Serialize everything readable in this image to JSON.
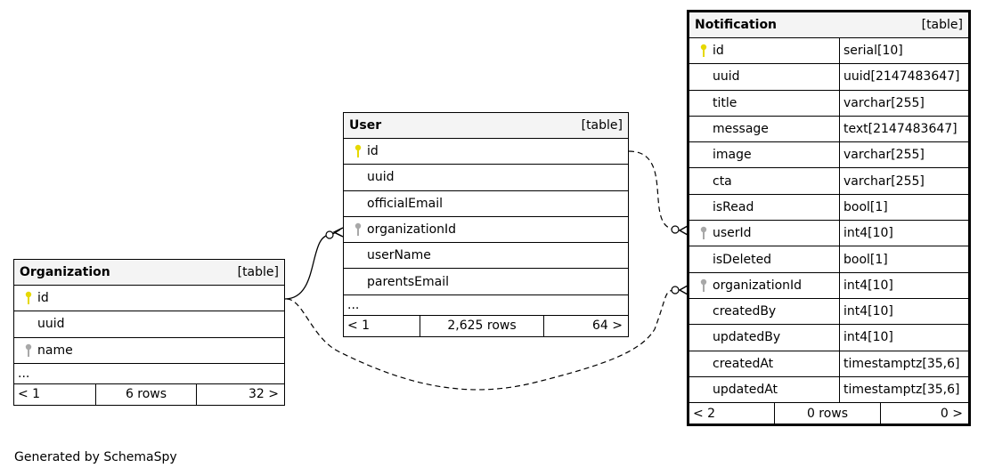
{
  "tables": {
    "organization": {
      "name": "Organization",
      "kind": "[table]",
      "columns": [
        {
          "name": "id",
          "key": "primary"
        },
        {
          "name": "uuid",
          "key": ""
        },
        {
          "name": "name",
          "key": "foreign"
        }
      ],
      "more": "...",
      "footer": {
        "parents": "< 1",
        "rows": "6 rows",
        "children": "32 >"
      }
    },
    "user": {
      "name": "User",
      "kind": "[table]",
      "columns": [
        {
          "name": "id",
          "key": "primary"
        },
        {
          "name": "uuid",
          "key": ""
        },
        {
          "name": "officialEmail",
          "key": ""
        },
        {
          "name": "organizationId",
          "key": "foreign"
        },
        {
          "name": "userName",
          "key": ""
        },
        {
          "name": "parentsEmail",
          "key": ""
        }
      ],
      "more": "...",
      "footer": {
        "parents": "< 1",
        "rows": "2,625 rows",
        "children": "64 >"
      }
    },
    "notification": {
      "name": "Notification",
      "kind": "[table]",
      "columns": [
        {
          "name": "id",
          "type": "serial[10]",
          "key": "primary"
        },
        {
          "name": "uuid",
          "type": "uuid[2147483647]",
          "key": ""
        },
        {
          "name": "title",
          "type": "varchar[255]",
          "key": ""
        },
        {
          "name": "message",
          "type": "text[2147483647]",
          "key": ""
        },
        {
          "name": "image",
          "type": "varchar[255]",
          "key": ""
        },
        {
          "name": "cta",
          "type": "varchar[255]",
          "key": ""
        },
        {
          "name": "isRead",
          "type": "bool[1]",
          "key": ""
        },
        {
          "name": "userId",
          "type": "int4[10]",
          "key": "foreign"
        },
        {
          "name": "isDeleted",
          "type": "bool[1]",
          "key": ""
        },
        {
          "name": "organizationId",
          "type": "int4[10]",
          "key": "foreign"
        },
        {
          "name": "createdBy",
          "type": "int4[10]",
          "key": ""
        },
        {
          "name": "updatedBy",
          "type": "int4[10]",
          "key": ""
        },
        {
          "name": "createdAt",
          "type": "timestamptz[35,6]",
          "key": ""
        },
        {
          "name": "updatedAt",
          "type": "timestamptz[35,6]",
          "key": ""
        }
      ],
      "footer": {
        "parents": "< 2",
        "rows": "0 rows",
        "children": "0 >"
      }
    }
  },
  "colors": {
    "primary_key": "#e6d800",
    "foreign_key": "#a8a8a8",
    "header_bg": "#f4f4f4"
  },
  "credit": "Generated by SchemaSpy"
}
